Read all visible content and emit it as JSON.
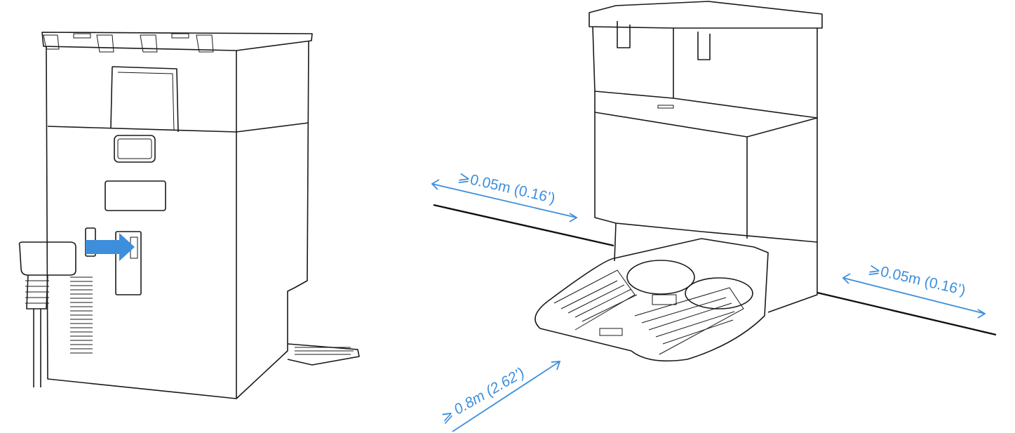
{
  "colors": {
    "accent": "#3d8fdc",
    "line": "#1a1a1a"
  },
  "labels": {
    "left_clearance": "⩾0.05m (0.16’)",
    "right_clearance": "⩾0.05m (0.16’)",
    "front_clearance": "⩾ 0.8m (2.62’)"
  }
}
